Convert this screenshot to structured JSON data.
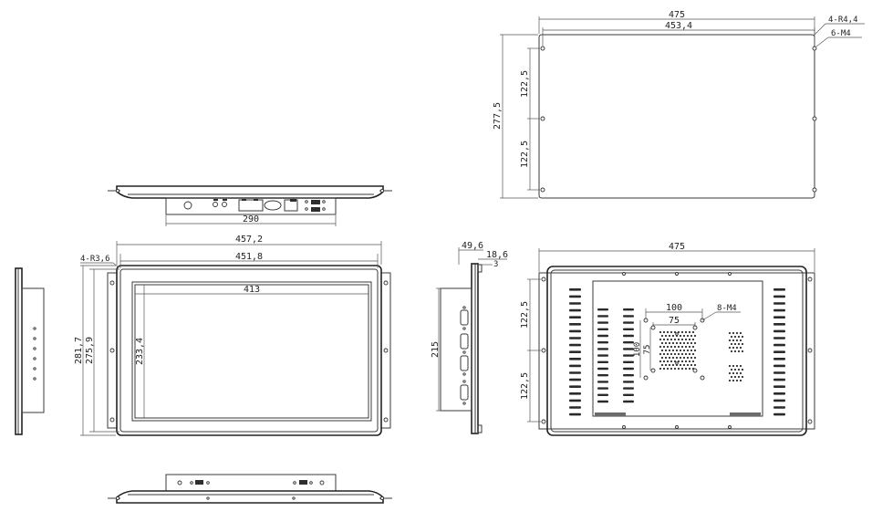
{
  "back_plate": {
    "width_overall": "475",
    "width_holes": "453,4",
    "corner_radius": "4-R4,4",
    "screws": "6-M4",
    "height": "277,5",
    "hole_spacing_top": "122,5",
    "hole_spacing_bottom": "122,5"
  },
  "top_view": {
    "io_width": "290"
  },
  "front_view": {
    "outer_width": "457,2",
    "bezel_width": "451,8",
    "corner_radius": "4-R3,6",
    "active_width": "413",
    "active_height": "233,4",
    "outer_height": "281,7",
    "bezel_height": "275,9"
  },
  "side_view": {
    "depth": "49,6",
    "bracket_depth": "18,6",
    "bracket_offset": "3",
    "io_height": "215"
  },
  "rear_view": {
    "width": "475",
    "hole_spacing_top": "122,5",
    "hole_spacing_bottom": "122,5",
    "vesa_outer": "100",
    "vesa_inner": "75",
    "vesa_screws": "8-M4",
    "vesa_outer_v": "100",
    "vesa_inner_v": "75"
  },
  "colors": {
    "line": "#3a3a3a",
    "background": "#ffffff"
  }
}
